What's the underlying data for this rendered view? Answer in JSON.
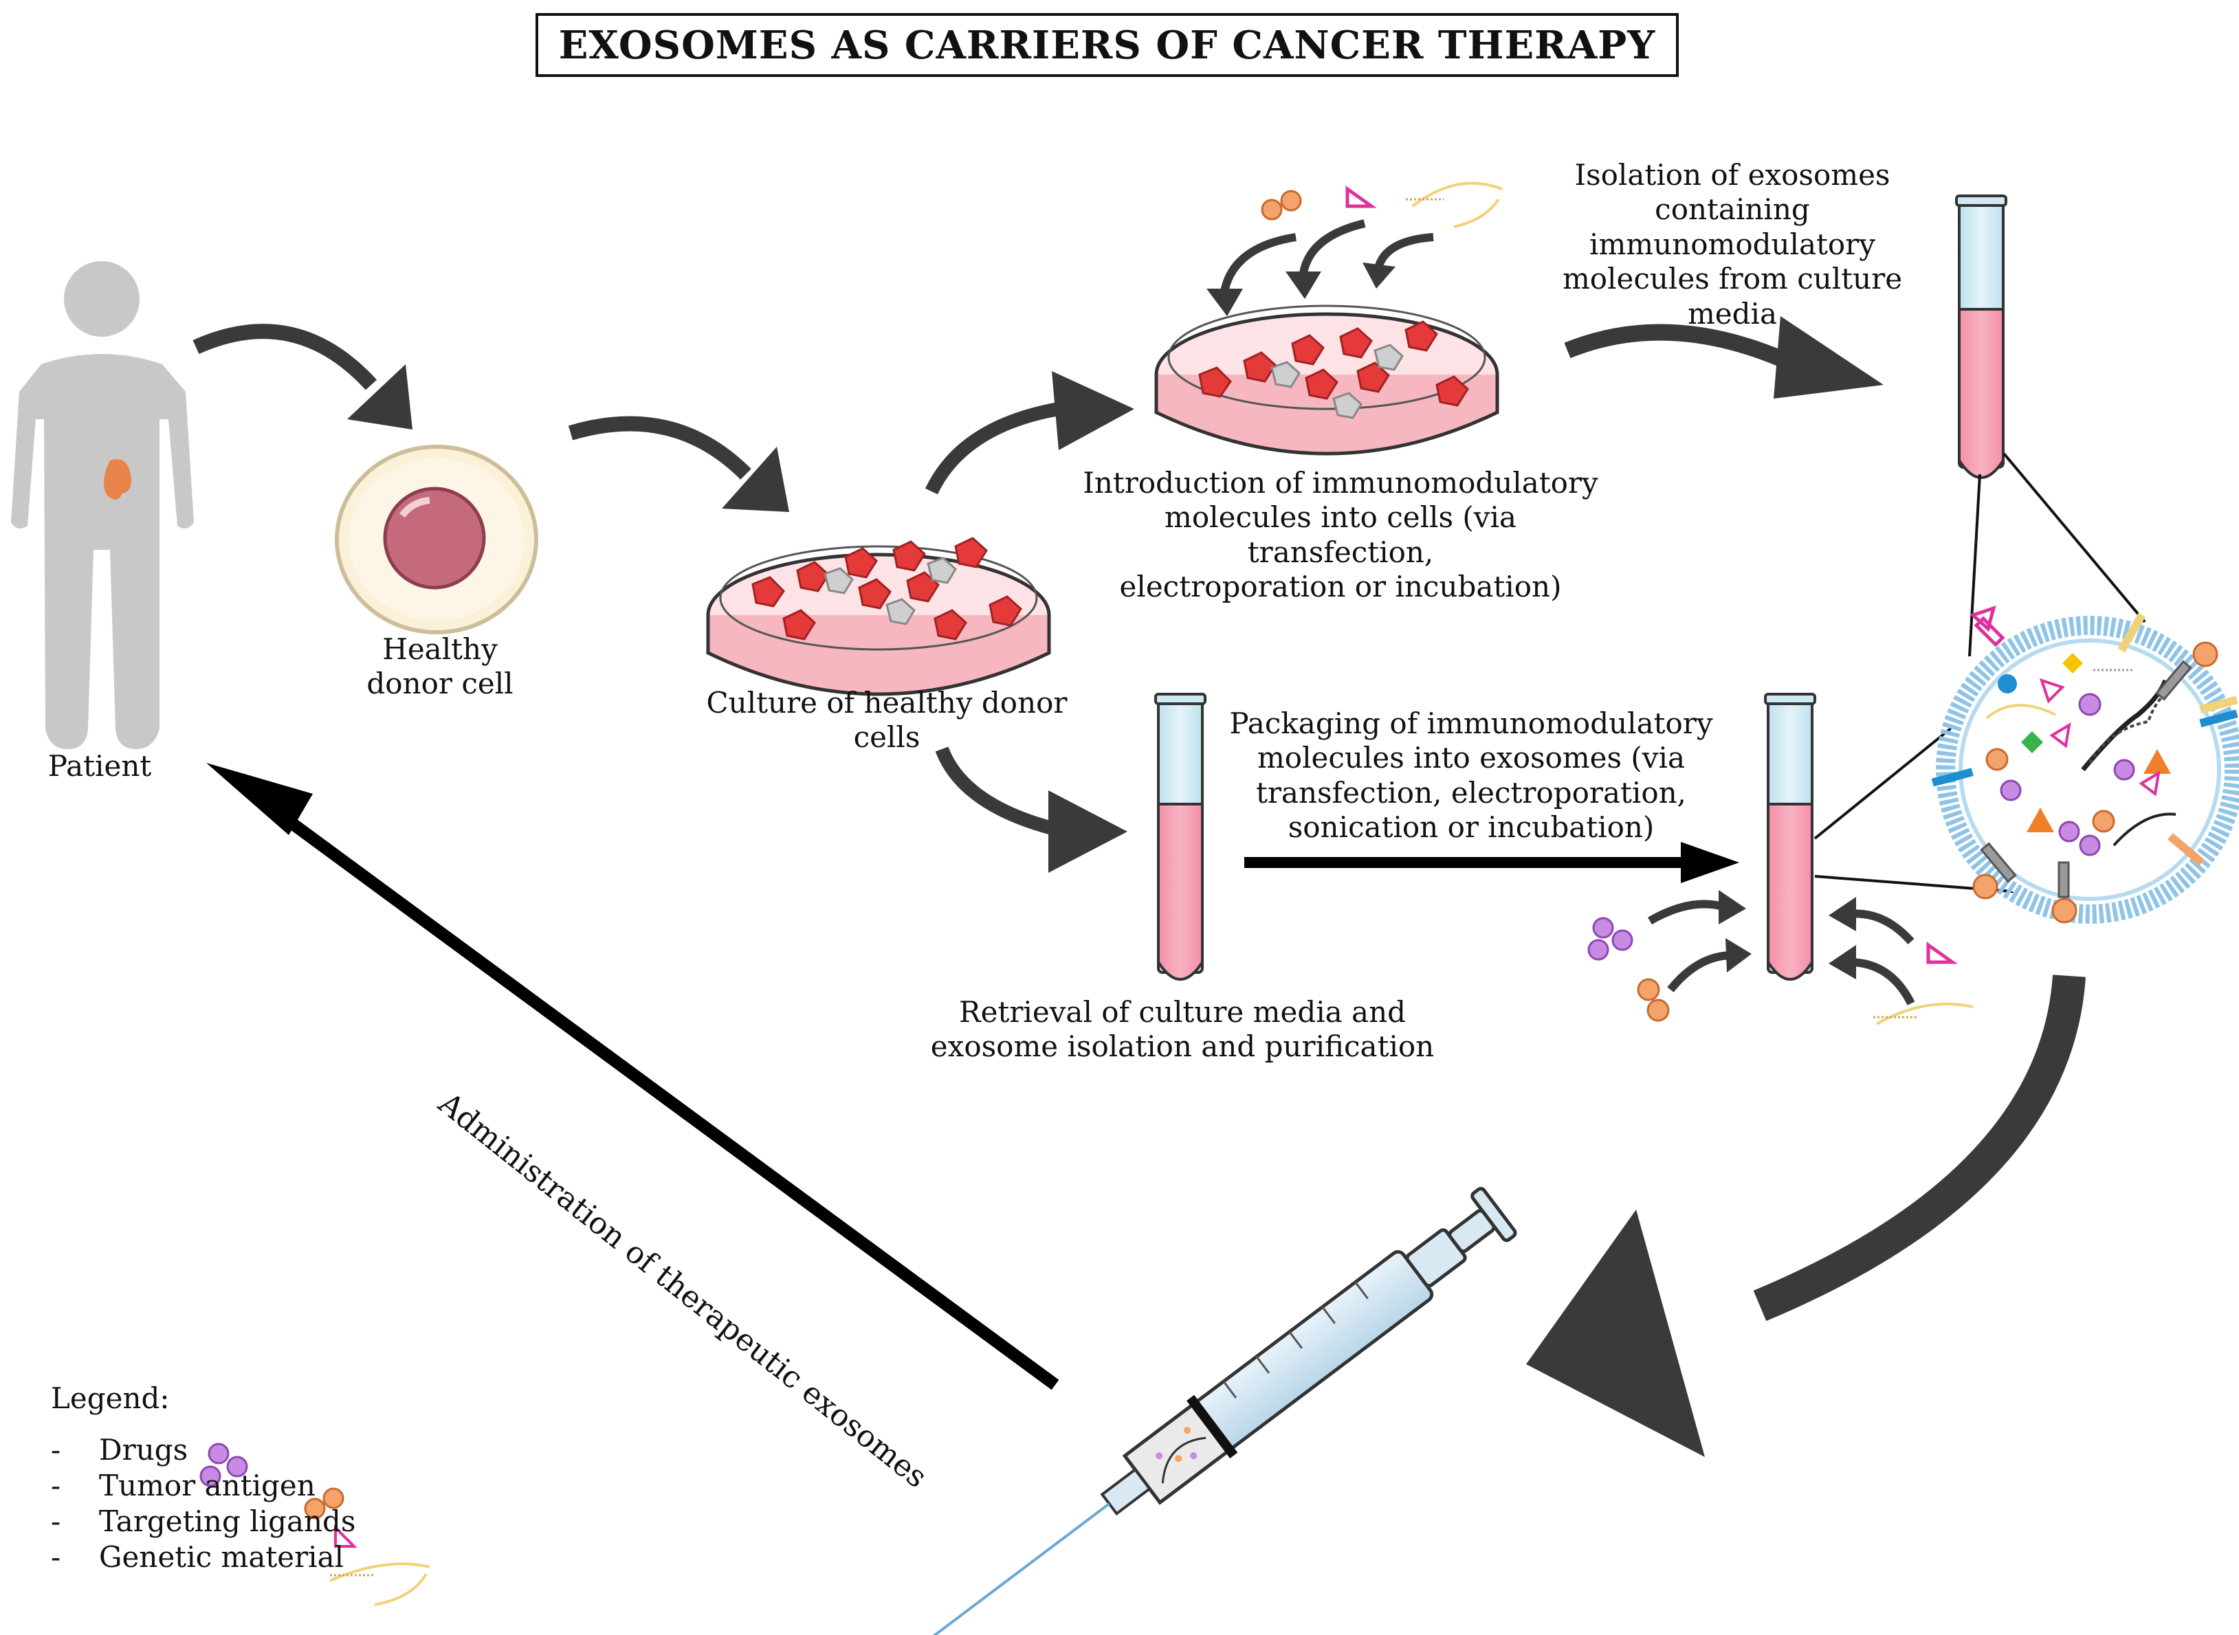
{
  "title": "EXOSOMES AS CARRIERS OF CANCER THERAPY",
  "labels": {
    "patient": "Patient",
    "healthy_cell": [
      "Healthy",
      "donor cell"
    ],
    "culture": "Culture of healthy donor cells",
    "introduction": [
      "Introduction of immunomodulatory",
      "molecules into cells (via transfection,",
      "electroporation or incubation)"
    ],
    "isolation": [
      "Isolation of exosomes",
      "containing",
      "immunomodulatory",
      "molecules from culture media"
    ],
    "packaging": [
      "Packaging of immunomodulatory",
      "molecules into exosomes (via",
      "transfection, electroporation,",
      "sonication or incubation)"
    ],
    "retrieval": [
      "Retrieval of culture media and",
      "exosome isolation and purification"
    ],
    "administration": "Administration of therapeutic exosomes"
  },
  "legend": {
    "header": "Legend:",
    "items": [
      {
        "dash": "-",
        "label": "Drugs",
        "icon": "drugs-icon"
      },
      {
        "dash": "-",
        "label": "Tumor antigen",
        "icon": "tumor-antigen-icon"
      },
      {
        "dash": "-",
        "label": "Targeting ligands",
        "icon": "targeting-ligand-icon"
      },
      {
        "dash": "-",
        "label": "Genetic material",
        "icon": "genetic-material-icon"
      }
    ]
  },
  "colors": {
    "arrow": "#3a3a3a",
    "figure": "#c8c8c8",
    "tumor": "#e8834a",
    "media_pink": "#f4a0b4",
    "tube_blue": "#cfe8f2",
    "dish_red": "#e53a3a",
    "drug_purple": "#b565d9",
    "antigen_orange": "#f4a36a",
    "ligand_magenta": "#e0309b",
    "membrane_blue": "#8fc4e6"
  }
}
